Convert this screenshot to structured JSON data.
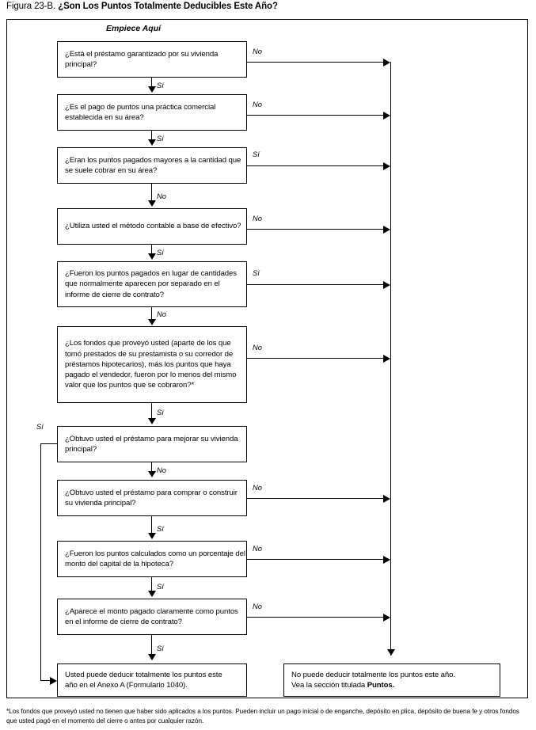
{
  "figure": {
    "title_prefix": "Figura 23-B.",
    "title_main": "¿Son Los Puntos Totalmente Deducibles Este Año?",
    "start_label": "Empiece Aquí",
    "footnote": "*Los fondos que proveyó usted no tienen que haber sido aplicados a los puntos. Pueden incluir un pago inicial o de enganche, depósito en plica, depósito de buena fe y otros fondos que usted pagó en el momento del cierre o antes por cualquier razón."
  },
  "nodes": {
    "q1": "¿Está el préstamo garantizado por su vivienda principal?",
    "q2": "¿Es el pago de puntos una práctica comercial establecida en su área?",
    "q3": "¿Eran los puntos pagados mayores a la cantidad que se suele cobrar en su área?",
    "q4": "¿Utiliza usted el método contable a base de efectivo?",
    "q5": "¿Fueron los puntos pagados en lugar de cantidades que normalmente aparecen por separado en el informe de cierre de contrato?",
    "q6": "¿Los fondos que proveyó usted (aparte de los que tomó prestados de su prestamista o su corredor de préstamos hipotecarios), más los puntos que haya pagado el vendedor, fueron por lo menos del mismo valor que los puntos que se cobraron?*",
    "q7": "¿Obtuvo usted el préstamo para mejorar su vivienda principal?",
    "q8": "¿Obtuvo usted el préstamo para comprar o construir su vivienda principal?",
    "q9": "¿Fueron los puntos calculados como un porcentaje del monto del capital de la hipoteca?",
    "q10": "¿Aparece el monto pagado claramente como puntos en el informe de cierre de contrato?",
    "outcome_yes_line1": "Usted puede deducir totalmente los puntos este",
    "outcome_yes_line2": "año en el Anexo A (Formulario 1040).",
    "outcome_no_line1": "No puede deducir totalmente los puntos este año.",
    "outcome_no_line2_pre": "Vea la sección titulada ",
    "outcome_no_line2_bold": "Puntos."
  },
  "edges": {
    "q1_down": "Sí",
    "q1_right": "No",
    "q2_down": "Sí",
    "q2_right": "No",
    "q3_down": "No",
    "q3_right": "Sí",
    "q4_down": "Sí",
    "q4_right": "No",
    "q5_down": "No",
    "q5_right": "Sí",
    "q6_down": "Sí",
    "q6_right": "No",
    "q7_down": "No",
    "q7_left": "Sí",
    "q8_down": "Sí",
    "q8_right": "No",
    "q9_down": "Sí",
    "q9_right": "No",
    "q10_down": "Sí",
    "q10_right": "No"
  },
  "colors": {
    "stroke": "#000000",
    "background": "#ffffff"
  }
}
